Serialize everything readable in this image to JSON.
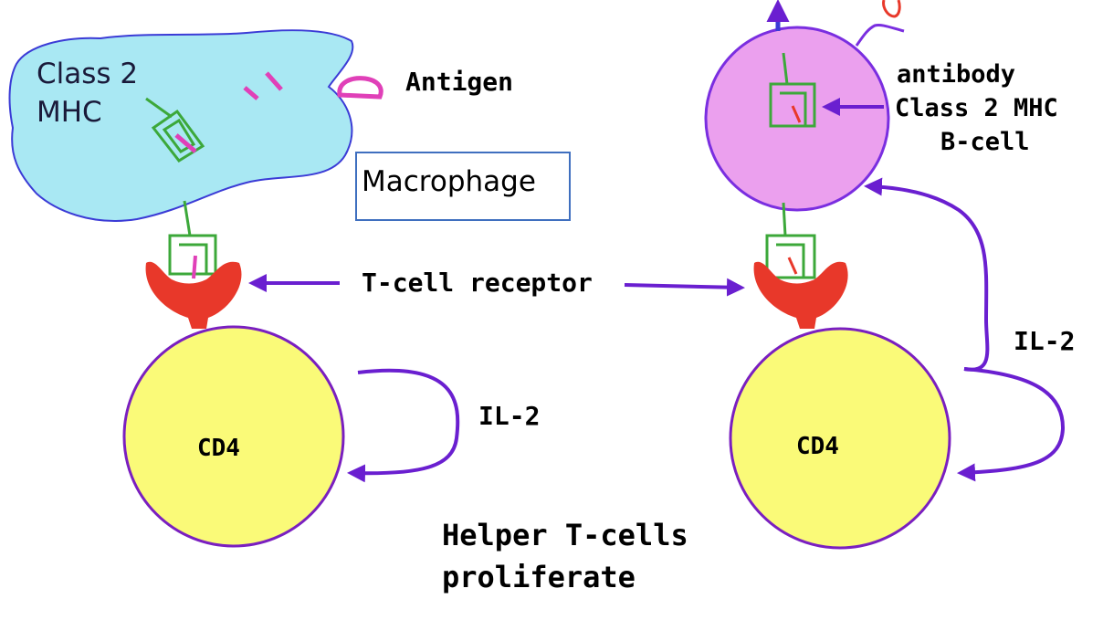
{
  "labels": {
    "class2_mhc_left_line1": "Class 2",
    "class2_mhc_left_line2": "MHC",
    "antigen": "Antigen",
    "macrophage": "Macrophage",
    "t_cell_receptor": "T-cell receptor",
    "cd4_left": "CD4",
    "cd4_right": "CD4",
    "il2_left": "IL-2",
    "il2_right": "IL-2",
    "antibody": "antibody",
    "class2_mhc_right": "Class 2 MHC",
    "b_cell": "B-cell",
    "caption_line1": "Helper T-cells",
    "caption_line2": "proliferate"
  },
  "colors": {
    "macrophage_fill": "#a9e8f3",
    "macrophage_outline": "#3b3bd6",
    "bcell_fill": "#eba0ee",
    "bcell_outline": "#7a2ee0",
    "cd4_fill": "#fafa78",
    "cd4_outline": "#7a1fc0",
    "arrow": "#6a1fd0",
    "receptor_red": "#e8382a",
    "mhc_green": "#3ca83a",
    "antigen_magenta": "#e040b8",
    "box_border": "#3f6fbf"
  }
}
